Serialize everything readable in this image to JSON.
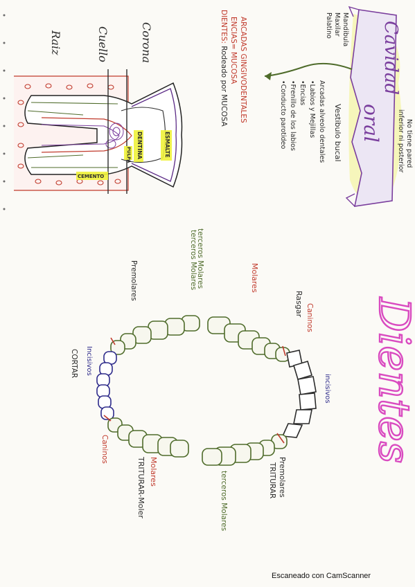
{
  "cavidad": {
    "title_line1": "Cavidad",
    "title_line2": "oral",
    "limits": [
      "Mandibula",
      "Maxilar",
      "Palatino"
    ],
    "no_tiene": [
      "No tiene pared",
      "inferior ni posterior"
    ],
    "vestibulo_title": "Vestibulo bucal",
    "vestibulo_items": [
      "Arcadas alveolo dentales",
      "•Labios y Mejillas",
      "•Encias",
      "•Frenillo de los labios",
      "•Conducto parotideo"
    ],
    "arcadas": "ARCADAS GINGIVODENTALES",
    "encias": "ENCIAS= MUCOSA",
    "dientes_line_label": "DIENTES:",
    "dientes_line_text": "Rodeado por MUCOSA"
  },
  "tooth": {
    "parts": [
      "Corona",
      "Cuello",
      "Raiz"
    ],
    "labels": {
      "esmalte": "ESMALTE",
      "dentina": "DENTINA",
      "pulpa": "PULPA",
      "cemento": "CEMENTO"
    }
  },
  "dientes": {
    "title": "Dientes",
    "upper": {
      "caninos": "Caninos",
      "rasgar": "Rasgar",
      "molares": "Molares",
      "terceros_left": "terceros Molares",
      "incisivos": "incisivos",
      "premolares": "Premolares",
      "triturar": "TRITURAR",
      "terceros_right": "terceros Molares"
    },
    "lower": {
      "terceros": "terceros Molares",
      "premolares": "Premolares",
      "incisivos": "Incisivos",
      "cortar": "CORTAR",
      "caninos": "Caninos",
      "molares": "Molares",
      "triturar_moler": "TRITURAR-Moler"
    }
  },
  "footer": "Escaneado con CamScanner",
  "colors": {
    "ink": "#2b2b2b",
    "purple": "#5b2a86",
    "pink": "#d94ac0",
    "red": "#c0392b",
    "green": "#4e6b2a",
    "blue": "#2d2a8a",
    "highlight": "#f0f23a",
    "ribbon": "#7a3e9d"
  }
}
